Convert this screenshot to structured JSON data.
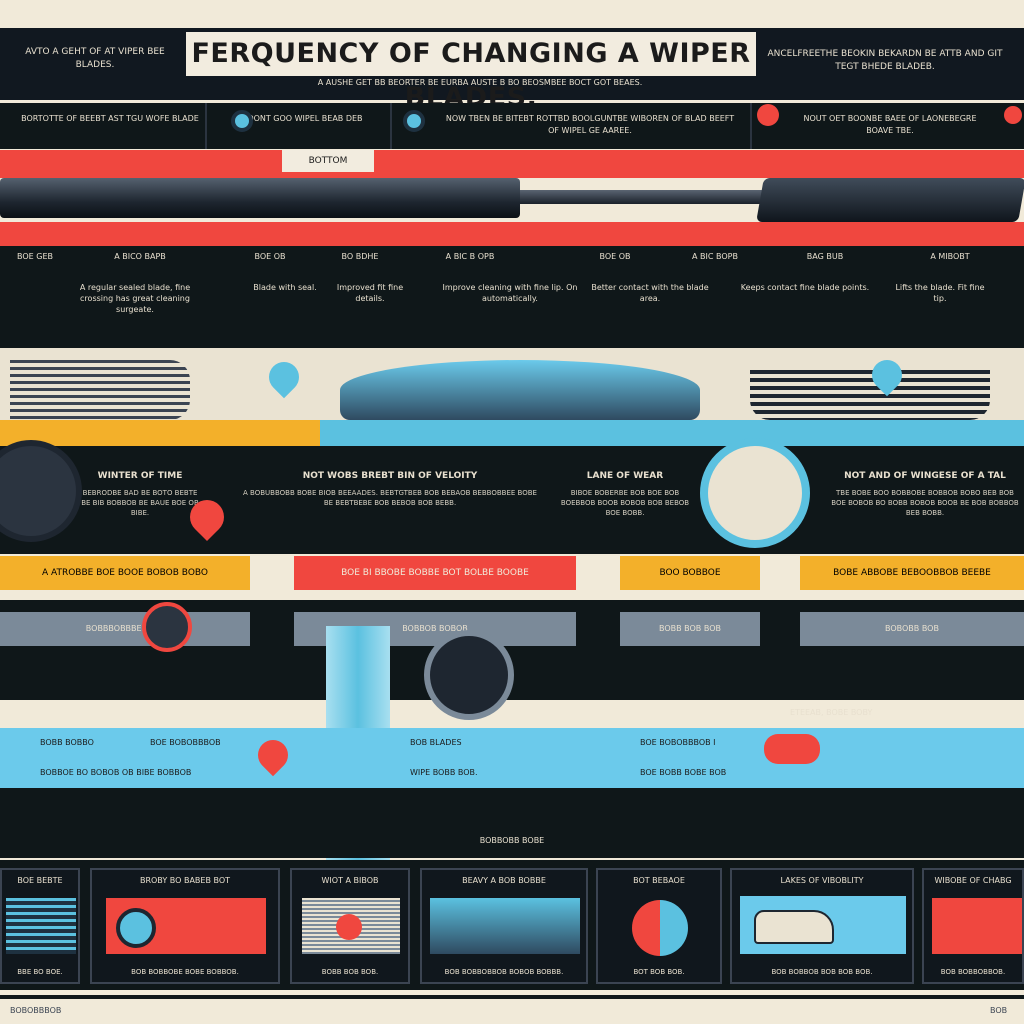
{
  "title": "FERQUENCY OF CHANGING A WIPER BLADES.",
  "subtitle": "A AUSHE GET BB BEORTER BE EURBA AUSTE B BO BEOSMBEE BOCT GOT BEAES.",
  "top_left": "AVTO A GEHT OF AT VIPER BEE BLADES.",
  "top_right": "ANCELFREETHE BEOKIN BEKARDN BE ATTB AND GIT TEGT BHEDE BLADEB.",
  "row1": [
    "BORTOTTE OF BEEBT AST TGU WOFE BLADE",
    "DONT GOO WIPEL BEAB DEB",
    "NOW TBEN BE BITEBT ROTTBD BOOLGUNTBE WIBOREN OF BLAD BEEFT OF WIPEL GE AAREE.",
    "NOUT OET BOONBE BAEE OF LAONEBEGRE BOAVE TBE."
  ],
  "label_box": "BOTTOM",
  "row2": [
    "BOE GEB",
    "A BICO BAPB",
    "BOE OB",
    "BO BDHE",
    "A BIC B OPB",
    "BOE OB",
    "A BIC BOPB",
    "BAG BUB",
    "A MIBOBT"
  ],
  "row3": [
    "A regular sealed blade, fine crossing has great cleaning surgeate.",
    "Blade with seal.",
    "Improved fit fine details.",
    "Improve cleaning with fine lip. On automatically.",
    "Better contact with the blade area.",
    "Keeps contact fine blade points.",
    "Lifts the blade. Fit fine tip."
  ],
  "sec2": {
    "h1": "WINTER OF TIME",
    "p1": "BEBRODBE BAD BE BOTO BEBTE BE BIB BOBBOB BE BAUE BOE OB BIBE.",
    "h2": "NOT WOBS BREBT BIN OF VELOITY",
    "p2": "A BOBUBBOBB BOBE BIOB BEEAADES. BEBTGTBEB BOB BEBAOB BEBBOBBEE BOBE BE BEBTBEBE BOB BEBOB BOB BEBB.",
    "h3": "LANE OF WEAR",
    "p3": "BIBOE BOBERBE BOB BOE BOB BOEBBOB BOOB BOBOB BOB BEBOB BOE BOBB.",
    "h4": "NOT AND OF WINGESE OF A TAL",
    "p4": "TBE BOBE BOO BOBBOBE BOBBOB BOBO BEB BOB BOE BOBOB BO BOBB BOBOB BOOB BE BOB BOBBOB BEB BOBB."
  },
  "ybar": [
    "A ATROBBE BOE BOOE BOBOB BOBO",
    "BOE BI BBOBE BOBBE BOT BOLBE BOOBE",
    "BOO BOBBOE",
    "BOBE ABBOBE BEBOOBBOB BEEBE"
  ],
  "grey": [
    "BOBBBOBBBEBBOB",
    "BOBBOB BOBOB",
    "BOBB BOB BOB",
    "BOBOBB BOB"
  ],
  "lower": [
    "BOBB BOBBO",
    "BOE BOBOBBBOB",
    "BOBBOE BO BOBOB OB BIBE BOBBOB",
    "BOB BLADES",
    "WIPE BOBB  BOB.",
    "BOE BOBOBBBOB I",
    "BOE BOBB BOBE BOB",
    "ETEEAB, BOBE BOBY"
  ],
  "lower_caption": "BOBBOBB BOBE",
  "panels": [
    {
      "h": "BOE BEBTE",
      "b": "BBE BO BOE."
    },
    {
      "h": "BROBY BO BABEB BOT",
      "b": "BOB BOBBOBE BOBE BOBBOB."
    },
    {
      "h": "WIOT A BIBOB",
      "b": "BOBB BOB BOB."
    },
    {
      "h": "BEAVY A BOB BOBBE",
      "b": "BOB BOBBOBBOB BOBOB BOBBB."
    },
    {
      "h": "BOT BEBAOE",
      "b": "BOT BOB BOB."
    },
    {
      "h": "LAKES OF VIBOBLITY",
      "b": "BOB BOBBOB BOB BOB BOB."
    },
    {
      "h": "WIBOBE OF CHABG",
      "b": "BOB BOBBOBBOB."
    }
  ],
  "footer_l": "BOBOBBBOB",
  "footer_r": "BOB",
  "colors": {
    "dark": "#0f1719",
    "red": "#f0473f",
    "blue": "#5bc1e0",
    "yellow": "#f3b02a",
    "cream": "#f1ead9"
  }
}
